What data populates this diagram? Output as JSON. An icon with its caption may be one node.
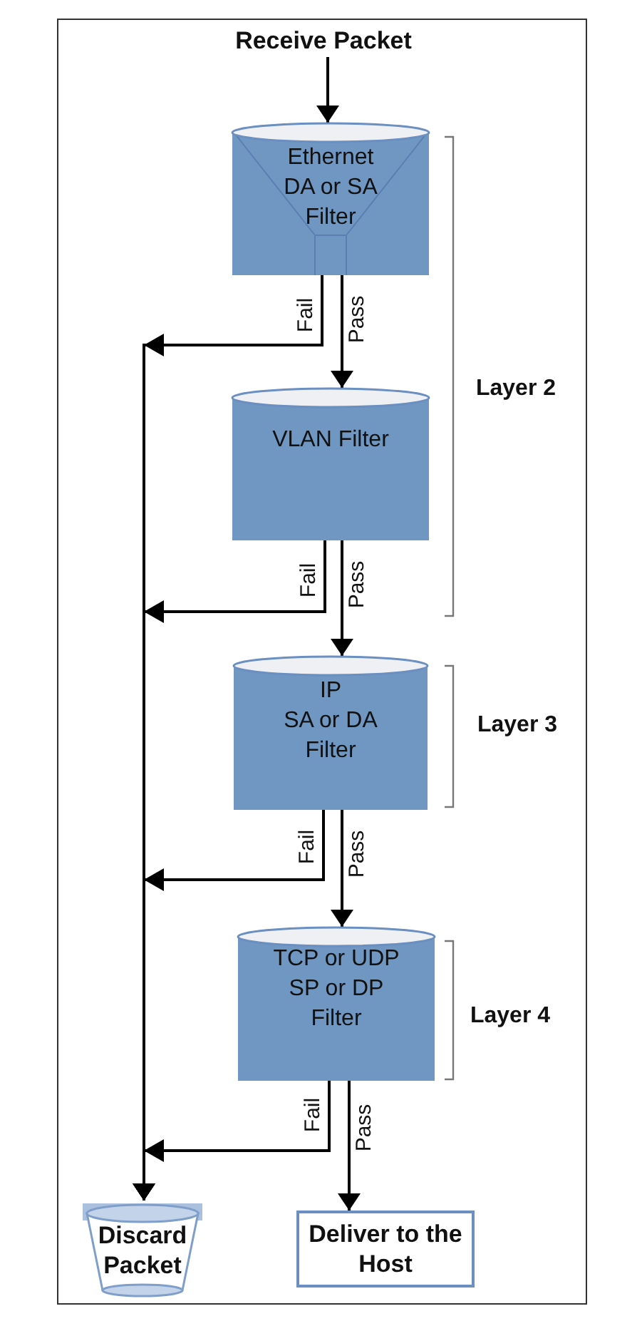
{
  "diagram": {
    "nodes": [
      {
        "text": [
          "Receive Packet"
        ]
      },
      {
        "text": [
          "Ethernet",
          "DA or SA Filter"
        ]
      },
      {
        "text": [
          "VLAN Filter"
        ]
      },
      {
        "text": [
          "IP",
          "SA or DA Filter"
        ]
      },
      {
        "text": [
          "TCP or UDP",
          "SP or DP Filter"
        ]
      },
      {
        "text": [
          "Discard Packet"
        ]
      },
      {
        "text": [
          "Deliver to the Host"
        ]
      }
    ],
    "edges": [
      {
        "from": 0,
        "to": 1,
        "arrow": "to"
      },
      {
        "from": 1,
        "to": 2,
        "arrow": "to",
        "label": "Pass"
      },
      {
        "from": 1,
        "to": 5,
        "arrow": "to",
        "label": "Fail"
      },
      {
        "from": 2,
        "to": 3,
        "arrow": "to",
        "label": "Pass"
      },
      {
        "from": 2,
        "to": 5,
        "arrow": "to",
        "label": "Fail"
      },
      {
        "from": 3,
        "to": 4,
        "arrow": "to",
        "label": "Pass"
      },
      {
        "from": 3,
        "to": 5,
        "arrow": "to",
        "label": "Fail"
      },
      {
        "from": 4,
        "to": 6,
        "arrow": "to",
        "label": "Pass"
      },
      {
        "from": 4,
        "to": 5,
        "arrow": "to",
        "label": "Fail"
      }
    ],
    "labels": [
      "Layer 2",
      "Layer 3",
      "Layer 4"
    ]
  }
}
